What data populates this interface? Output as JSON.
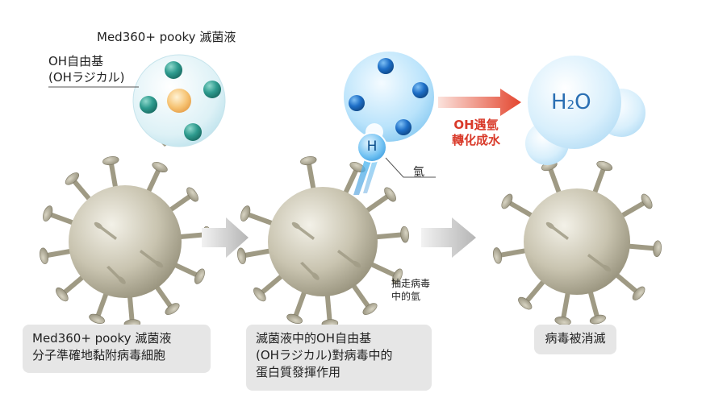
{
  "product_title": "Med360+ pooky 滅菌液",
  "oh_label_line1": "OH自由基",
  "oh_label_line2": "(OHラジカル)",
  "hydrogen_symbol": "H",
  "hydrogen_label": "氫",
  "reaction_line1": "OH遇氫",
  "reaction_line2": "轉化成水",
  "water_symbol_h": "H",
  "water_symbol_sub": "2",
  "water_symbol_o": "O",
  "extract_line1": "抽走病毒",
  "extract_line2": "中的氫",
  "captions": {
    "step1_line1": "Med360+ pooky 滅菌液",
    "step1_line2": "分子準確地黏附病毒細胞",
    "step2_line1": "滅菌液中的OH自由基",
    "step2_line2": "(OHラジカル)對病毒中的",
    "step2_line3": "蛋白質發揮作用",
    "step3_line1": "病毒被消滅"
  },
  "colors": {
    "virus_body": "#bcb7a2",
    "virus_dark": "#8a8570",
    "teal_atom": "#2e9b8e",
    "blue_atom": "#1e6fc7",
    "orange_atom": "#f2b256",
    "red_text": "#d93a2a"
  }
}
